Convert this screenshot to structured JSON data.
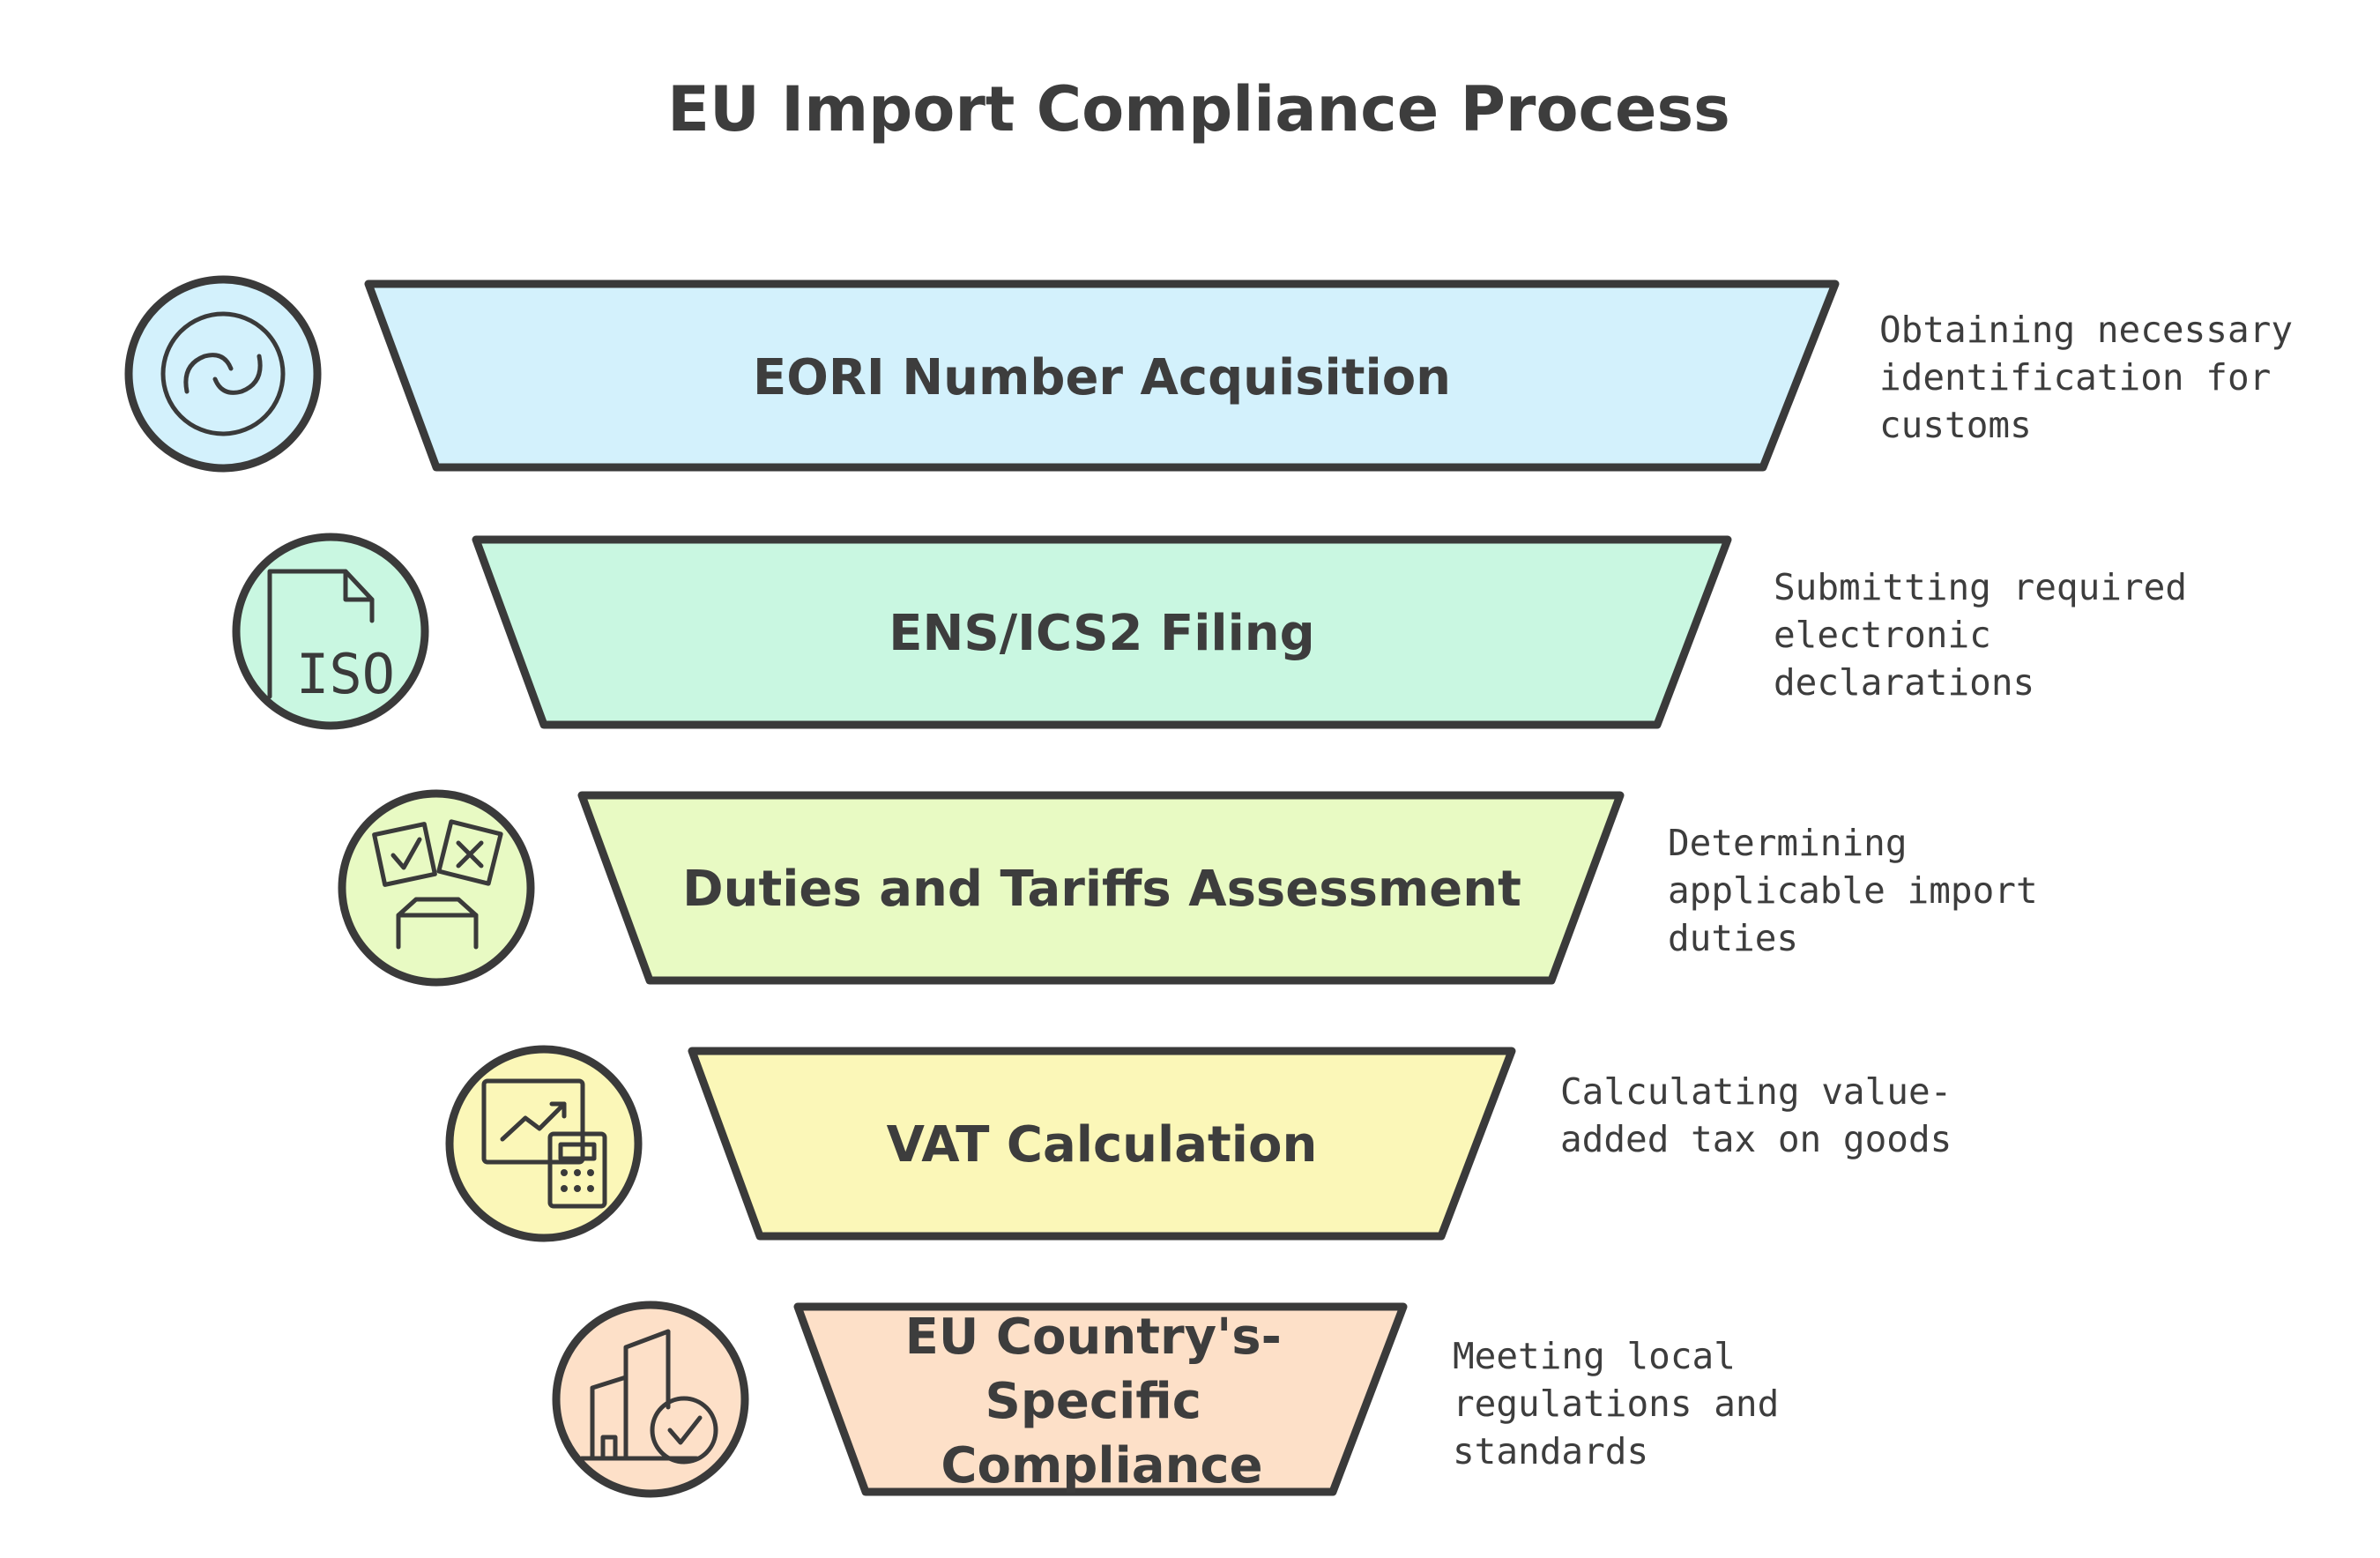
{
  "title": "EU Import Compliance Process",
  "stages": [
    {
      "label_lines": [
        "EORI Number Acquisition"
      ],
      "description_lines": [
        "Obtaining necessary",
        "identification for",
        "customs"
      ],
      "icon": "link-icon",
      "fill_color": "#d3f1fc"
    },
    {
      "label_lines": [
        "ENS/ICS2 Filing"
      ],
      "description_lines": [
        "Submitting required",
        "electronic",
        "declarations"
      ],
      "icon": "iso-document-icon",
      "icon_text": "ISO",
      "fill_color": "#c9f7e1"
    },
    {
      "label_lines": [
        "Duties and Tariffs Assessment"
      ],
      "description_lines": [
        "Determining",
        "applicable import",
        "duties"
      ],
      "icon": "checklist-box-icon",
      "fill_color": "#e8fac3"
    },
    {
      "label_lines": [
        "VAT Calculation"
      ],
      "description_lines": [
        "Calculating value-",
        "added tax on goods"
      ],
      "icon": "chart-calculator-icon",
      "fill_color": "#fbf7b8"
    },
    {
      "label_lines": [
        "EU Country's-",
        "Specific",
        "Compliance"
      ],
      "description_lines": [
        "Meeting local",
        "regulations and",
        "standards"
      ],
      "icon": "building-check-icon",
      "fill_color": "#fde0c8"
    }
  ]
}
